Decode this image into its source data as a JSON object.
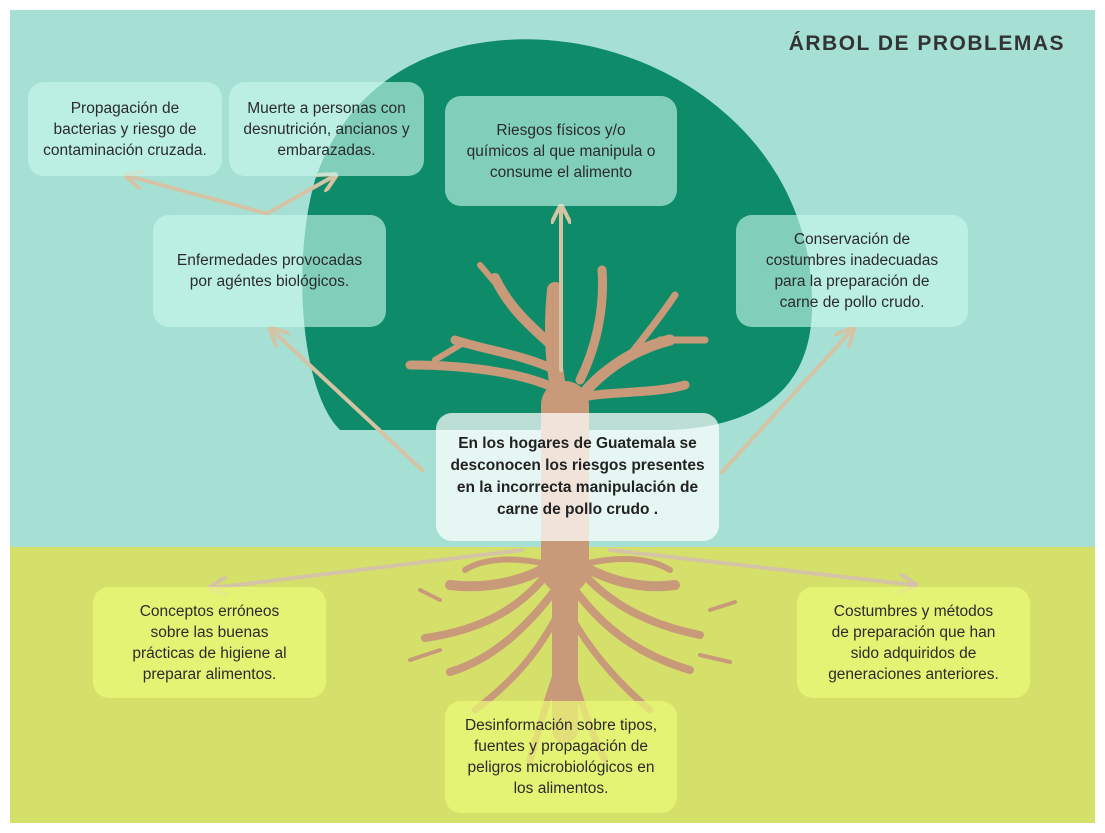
{
  "title": "ÁRBOL DE PROBLEMAS",
  "central_problem": "En los hogares de Guatemala se\ndesconocen los riesgos presentes\nen la incorrecta manipulación de\ncarne de pollo crudo .",
  "effects": {
    "propagacion": "Propagación de\nbacterias y riesgo de\ncontaminación cruzada.",
    "muerte": "Muerte a personas con\ndesnutrición, ancianos y\nembarazadas.",
    "riesgos": "Riesgos físicos y/o\nquímicos al que manipula o\nconsume el alimento",
    "enfermedades": "Enfermedades provocadas\npor agéntes biológicos.",
    "conservacion": "Conservación de\ncostumbres inadecuadas\npara la preparación de\ncarne de pollo crudo."
  },
  "causes": {
    "conceptos": "Conceptos erróneos\nsobre las buenas\nprácticas de higiene al\npreparar alimentos.",
    "costumbres": "Costumbres y métodos\nde preparación que han\nsido adquiridos de\ngeneraciones anteriores.",
    "desinformacion": "Desinformación sobre tipos,\nfuentes y propagación de\npeligros microbiológicos en\nlos alimentos."
  },
  "colors": {
    "sky": "#a6e0d4",
    "ground": "#d5e06a",
    "canopy": "#0e8b68",
    "trunk": "#c99a7a",
    "arrow": "#d5c3a5"
  }
}
